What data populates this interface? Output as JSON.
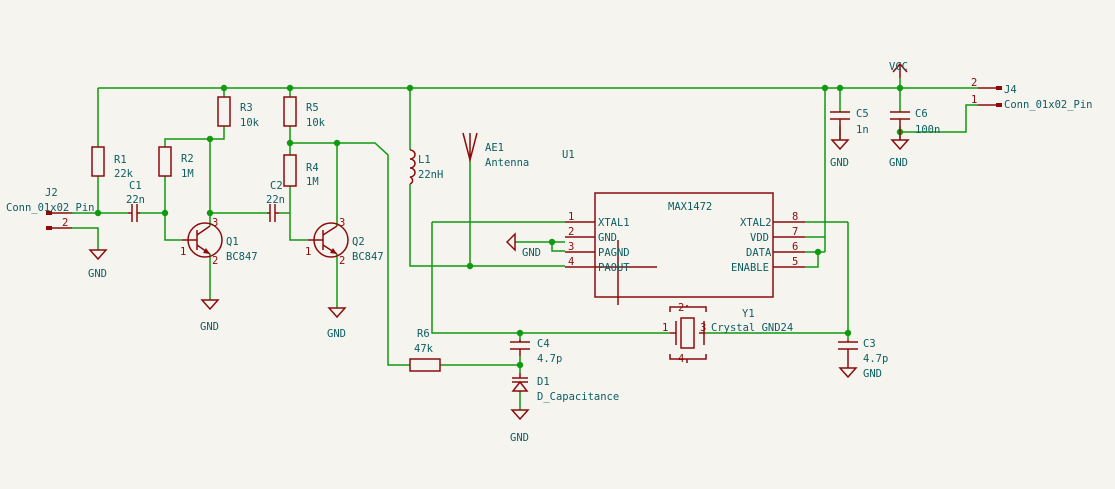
{
  "colors": {
    "background": "#f5f4ef",
    "wire": "#0f9a0f",
    "component": "#8c0c0c",
    "text": "#0d5e60"
  },
  "labels": {
    "R1_ref": "R1",
    "R1_val": "22k",
    "R2_ref": "R2",
    "R2_val": "1M",
    "R3_ref": "R3",
    "R3_val": "10k",
    "R4_ref": "R4",
    "R4_val": "1M",
    "R5_ref": "R5",
    "R5_val": "10k",
    "R6_ref": "R6",
    "R6_val": "47k",
    "C1_ref": "C1",
    "C1_val": "22n",
    "C2_ref": "C2",
    "C2_val": "22n",
    "C3_ref": "C3",
    "C3_val": "4.7p",
    "C4_ref": "C4",
    "C4_val": "4.7p",
    "C5_ref": "C5",
    "C5_val": "1n",
    "C6_ref": "C6",
    "C6_val": "100n",
    "L1_ref": "L1",
    "L1_val": "22nH",
    "Q1_ref": "Q1",
    "Q1_val": "BC847",
    "Q2_ref": "Q2",
    "Q2_val": "BC847",
    "D1_ref": "D1",
    "D1_val": "D_Capacitance",
    "AE1_ref": "AE1",
    "AE1_val": "Antenna",
    "U1_ref": "U1",
    "U1_val": "MAX1472",
    "Y1_ref": "Y1",
    "Y1_val": "Crystal_GND24",
    "J2_ref": "J2",
    "J2_val": "Conn_01x02_Pin",
    "J4_ref": "J4",
    "J4_val": "Conn_01x02_Pin",
    "vcc": "VCC",
    "gnd": "GND"
  },
  "pins": {
    "xtal1": "XTAL1",
    "gnd": "GND",
    "pagnd": "PAGND",
    "paout": "PAOUT",
    "xtal2": "XTAL2",
    "vdd": "VDD",
    "data": "DATA",
    "enable": "ENABLE",
    "n1": "1",
    "n2": "2",
    "n3": "3",
    "n4": "4",
    "n5": "5",
    "n6": "6",
    "n7": "7",
    "n8": "8"
  }
}
